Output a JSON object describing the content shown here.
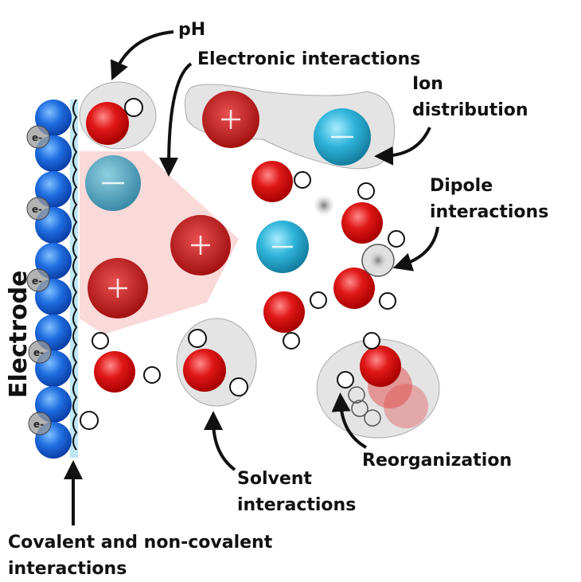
{
  "labels": {
    "ph": "pH",
    "electronic": "Electronic interactions",
    "ion_distribution": [
      "Ion",
      "distribution"
    ],
    "dipole": [
      "Dipole",
      "interactions"
    ],
    "electrode": "Electrode",
    "reorganization": "Reorganization",
    "solvent": [
      "Solvent",
      "interactions"
    ],
    "covalent": [
      "Covalent and non-covalent",
      "interactions"
    ],
    "electron": "e-"
  },
  "colors": {
    "electrode_atom": "#1f5fd6",
    "cation": "#d01818",
    "anion": "#2fa8cc",
    "shell": "#e4e4e4",
    "field": "#f7c9c9"
  }
}
